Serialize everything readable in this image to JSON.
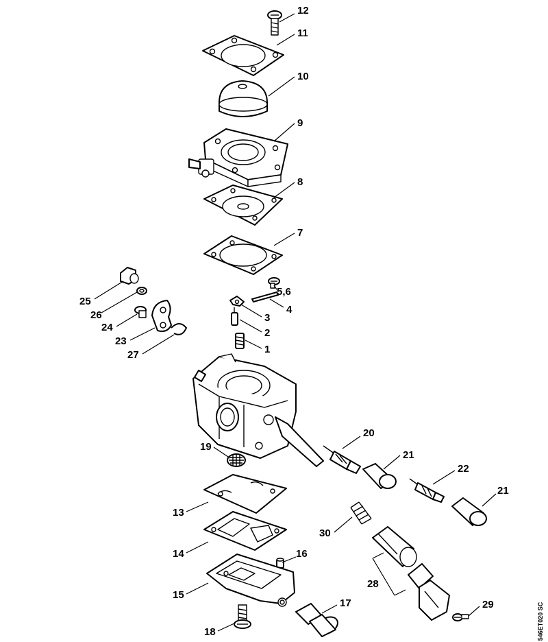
{
  "diagram_code": "546ET020 SC",
  "callouts": {
    "c1": "1",
    "c2": "2",
    "c3": "3",
    "c4": "4",
    "c5_6": "5,6",
    "c7": "7",
    "c8": "8",
    "c9": "9",
    "c10": "10",
    "c11": "11",
    "c12": "12",
    "c13": "13",
    "c14": "14",
    "c15": "15",
    "c16": "16",
    "c17": "17",
    "c18": "18",
    "c19": "19",
    "c20": "20",
    "c21a": "21",
    "c21b": "21",
    "c22": "22",
    "c23": "23",
    "c24": "24",
    "c25": "25",
    "c26": "26",
    "c27": "27",
    "c28": "28",
    "c29": "29",
    "c30": "30"
  }
}
